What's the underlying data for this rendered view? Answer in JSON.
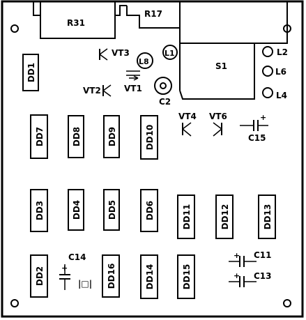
{
  "board": {
    "resistors": [
      {
        "id": "r31",
        "label": "R31"
      },
      {
        "id": "r17",
        "label": "R17"
      }
    ],
    "switch": {
      "label": "S1"
    },
    "transistors": [
      {
        "id": "vt3",
        "label": "VT3"
      },
      {
        "id": "vt2",
        "label": "VT2"
      },
      {
        "id": "vt1",
        "label": "VT1"
      },
      {
        "id": "vt4",
        "label": "VT4"
      },
      {
        "id": "vt6",
        "label": "VT6"
      }
    ],
    "coils": [
      {
        "id": "l8",
        "label": "L8"
      },
      {
        "id": "l1",
        "label": "L1"
      },
      {
        "id": "l2",
        "label": "L2"
      },
      {
        "id": "l6",
        "label": "L6"
      },
      {
        "id": "l4",
        "label": "L4"
      }
    ],
    "capacitors": [
      {
        "id": "c2",
        "label": "C2"
      },
      {
        "id": "c15",
        "label": "C15"
      },
      {
        "id": "c14",
        "label": "C14"
      },
      {
        "id": "c11",
        "label": "C11"
      },
      {
        "id": "c13",
        "label": "C13"
      }
    ],
    "chips": [
      {
        "id": "dd1",
        "label": "DD1"
      },
      {
        "id": "dd7",
        "label": "DD7"
      },
      {
        "id": "dd8",
        "label": "DD8"
      },
      {
        "id": "dd9",
        "label": "DD9"
      },
      {
        "id": "dd10",
        "label": "DD10"
      },
      {
        "id": "dd3",
        "label": "DD3"
      },
      {
        "id": "dd4",
        "label": "DD4"
      },
      {
        "id": "dd5",
        "label": "DD5"
      },
      {
        "id": "dd6",
        "label": "DD6"
      },
      {
        "id": "dd11",
        "label": "DD11"
      },
      {
        "id": "dd12",
        "label": "DD12"
      },
      {
        "id": "dd13",
        "label": "DD13"
      },
      {
        "id": "dd2",
        "label": "DD2"
      },
      {
        "id": "dd16",
        "label": "DD16"
      },
      {
        "id": "dd14",
        "label": "DD14"
      },
      {
        "id": "dd15",
        "label": "DD15"
      }
    ],
    "quartz": {
      "label": "|□|"
    }
  }
}
